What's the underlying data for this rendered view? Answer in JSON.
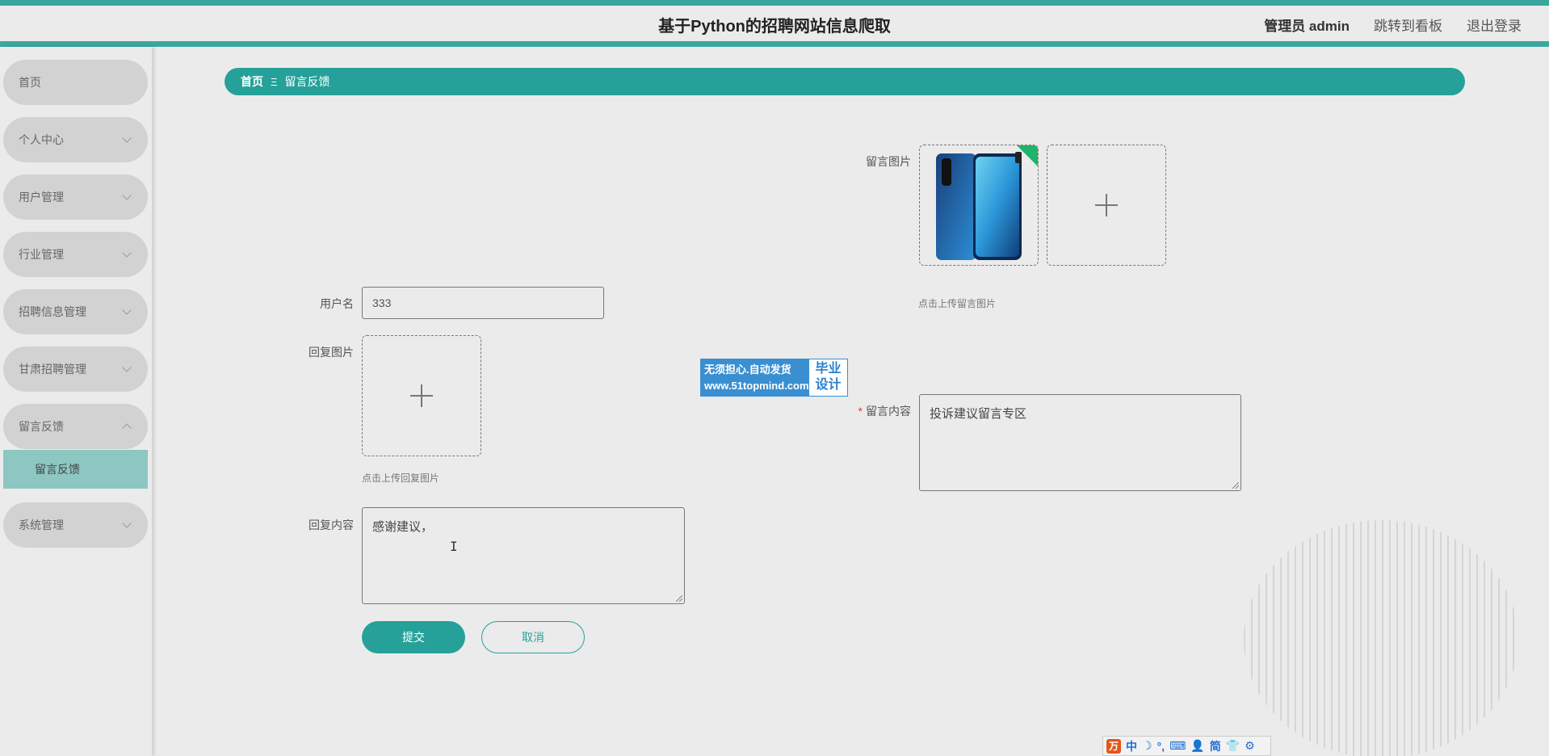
{
  "header": {
    "title": "基于Python的招聘网站信息爬取",
    "admin_label": "管理员 admin",
    "dashboard_link": "跳转到看板",
    "logout_link": "退出登录"
  },
  "sidebar": {
    "items": [
      {
        "label": "首页"
      },
      {
        "label": "个人中心"
      },
      {
        "label": "用户管理"
      },
      {
        "label": "行业管理"
      },
      {
        "label": "招聘信息管理"
      },
      {
        "label": "甘肃招聘管理"
      },
      {
        "label": "留言反馈"
      },
      {
        "label": "系统管理"
      }
    ],
    "active_sub": "留言反馈"
  },
  "breadcrumb": {
    "home": "首页",
    "separator": "Ξ",
    "current": "留言反馈"
  },
  "form": {
    "message_image_label": "留言图片",
    "message_image_hint": "点击上传留言图片",
    "username_label": "用户名",
    "username_value": "333",
    "reply_image_label": "回复图片",
    "reply_image_hint": "点击上传回复图片",
    "message_content_label": "留言内容",
    "message_content_value": "投诉建议留言专区",
    "reply_content_label": "回复内容",
    "reply_content_value": "感谢建议，",
    "submit_label": "提交",
    "cancel_label": "取消"
  },
  "watermark": {
    "line1": "无须担心.自动发货",
    "line2": "www.51topmind.com",
    "badge1": "毕业",
    "badge2": "设计"
  },
  "ime": {
    "items": [
      "中",
      "☽",
      "°,",
      "⌨",
      "👤",
      "简",
      "👕",
      "⚙"
    ]
  },
  "colors": {
    "primary": "#26a199",
    "active_submenu": "#8cc7c2"
  }
}
